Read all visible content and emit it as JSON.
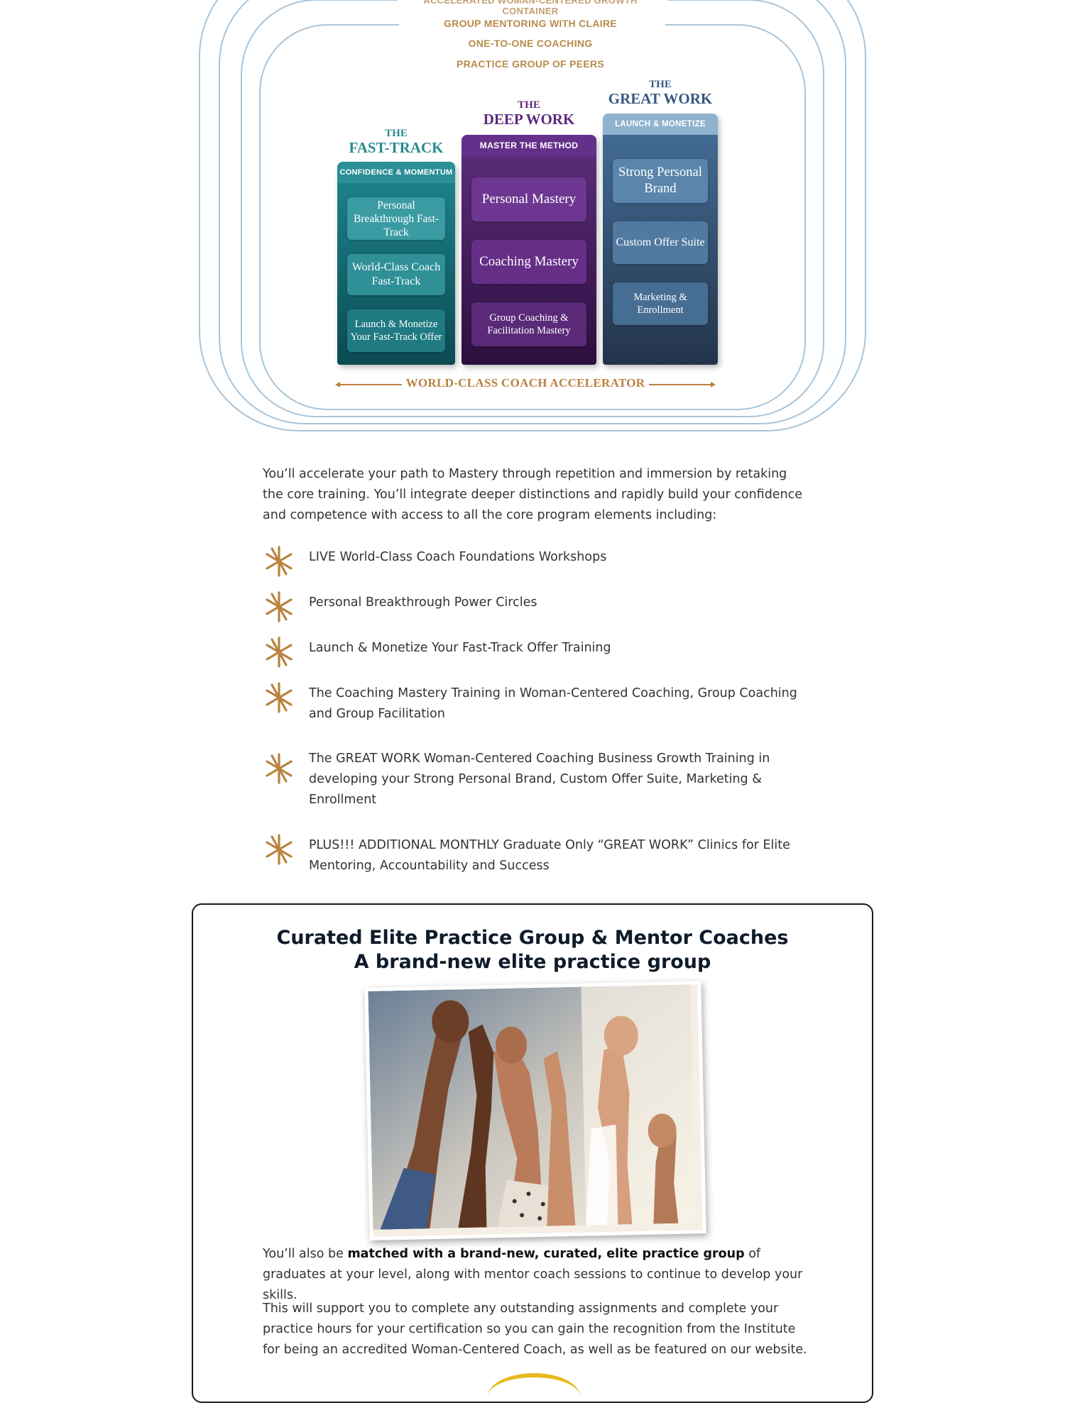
{
  "diagram": {
    "top_banner": "ACCELERATED WOMAN-CENTERED GROWTH CONTAINER",
    "tiers": [
      "GROUP MENTORING WITH CLAIRE",
      "ONE-TO-ONE COACHING",
      "PRACTICE GROUP OF PEERS"
    ],
    "columns": [
      {
        "the": "THE",
        "title": "FAST-TRACK",
        "header": "CONFIDENCE & MOMENTUM",
        "items": [
          "Personal Breakthrough Fast-Track",
          "World-Class Coach Fast-Track",
          "Launch & Monetize Your Fast-Track Offer"
        ]
      },
      {
        "the": "THE",
        "title": "DEEP WORK",
        "header": "MASTER THE METHOD",
        "items": [
          "Personal Mastery",
          "Coaching Mastery",
          "Group Coaching & Facilitation Mastery"
        ]
      },
      {
        "the": "THE",
        "title": "GREAT WORK",
        "header": "LAUNCH & MONETIZE",
        "items": [
          "Strong Personal Brand",
          "Custom Offer Suite",
          "Marketing & Enrollment"
        ]
      }
    ],
    "footer": "WORLD-CLASS COACH ACCELERATOR"
  },
  "intro": "You’ll accelerate your path to Mastery through repetition and immersion by retaking the core training. You’ll integrate deeper distinctions and rapidly build your confidence and competence with access to all the core program elements including:",
  "bullets": [
    "LIVE World-Class Coach Foundations Workshops",
    "Personal Breakthrough Power Circles",
    "Launch & Monetize Your Fast-Track Offer Training",
    "The Coaching Mastery Training in Woman-Centered Coaching, Group Coaching and Group Facilitation",
    "The GREAT WORK Woman-Centered Coaching Business Growth Training in developing your Strong Personal Brand, Custom Offer Suite, Marketing & Enrollment",
    "PLUS!!! ADDITIONAL MONTHLY Graduate Only “GREAT WORK” Clinics for Elite Mentoring, Accountability and Success"
  ],
  "card": {
    "title_line1": "Curated Elite Practice Group & Mentor Coaches",
    "title_line2": "A brand-new elite practice group",
    "p1_before": "You’ll also be ",
    "p1_bold": "matched with a brand-new, curated, elite practice group",
    "p1_after": " of graduates at your level, along with mentor coach sessions to continue to develop your skills.",
    "p2": "This will support you to complete any outstanding assignments and complete your practice hours for your certification so you can gain the recognition from the Institute for being an accredited Woman-Centered Coach, as well as be featured on our website."
  },
  "colors": {
    "gold": "#b88a4a",
    "teal": "#1f7f86",
    "purple": "#5a2a78",
    "slate": "#3e6488",
    "ring": "#a9c4d8"
  }
}
